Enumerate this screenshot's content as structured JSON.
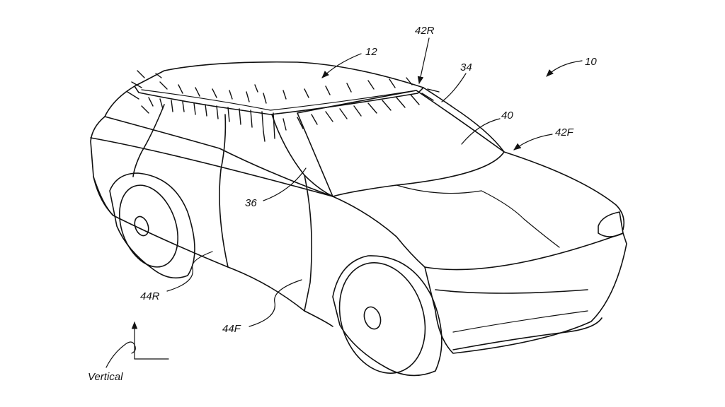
{
  "labels": {
    "vehicle": "10",
    "roof_light": "12",
    "roof_edge": "34",
    "side_window": "36",
    "windshield": "40",
    "rear_direction": "42R",
    "front_direction": "42F",
    "rear_door": "44R",
    "front_door": "44F",
    "vertical_axis": "Vertical"
  }
}
